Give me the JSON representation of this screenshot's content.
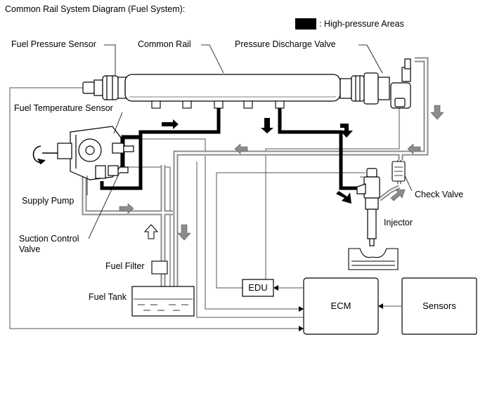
{
  "title": "Common Rail System Diagram (Fuel System):",
  "legend": {
    "label": ": High-pressure Areas",
    "swatch_color": "#000000"
  },
  "labels": {
    "fuel_pressure_sensor": "Fuel Pressure Sensor",
    "common_rail": "Common Rail",
    "pressure_discharge_valve": "Pressure Discharge Valve",
    "fuel_temperature_sensor": "Fuel Temperature Sensor",
    "supply_pump": "Supply Pump",
    "suction_control_valve_line1": "Suction Control",
    "suction_control_valve_line2": "Valve",
    "fuel_filter": "Fuel Filter",
    "fuel_tank": "Fuel Tank",
    "check_valve": "Check Valve",
    "injector": "Injector"
  },
  "boxes": {
    "edu": "EDU",
    "ecm": "ECM",
    "sensors": "Sensors"
  },
  "colors": {
    "high_pressure": "#000000",
    "low_pressure_line": "#9a9a9a",
    "low_pressure_arrow": "#8c8c8c",
    "component_fill": "#ffffff",
    "wire": "#555555"
  }
}
